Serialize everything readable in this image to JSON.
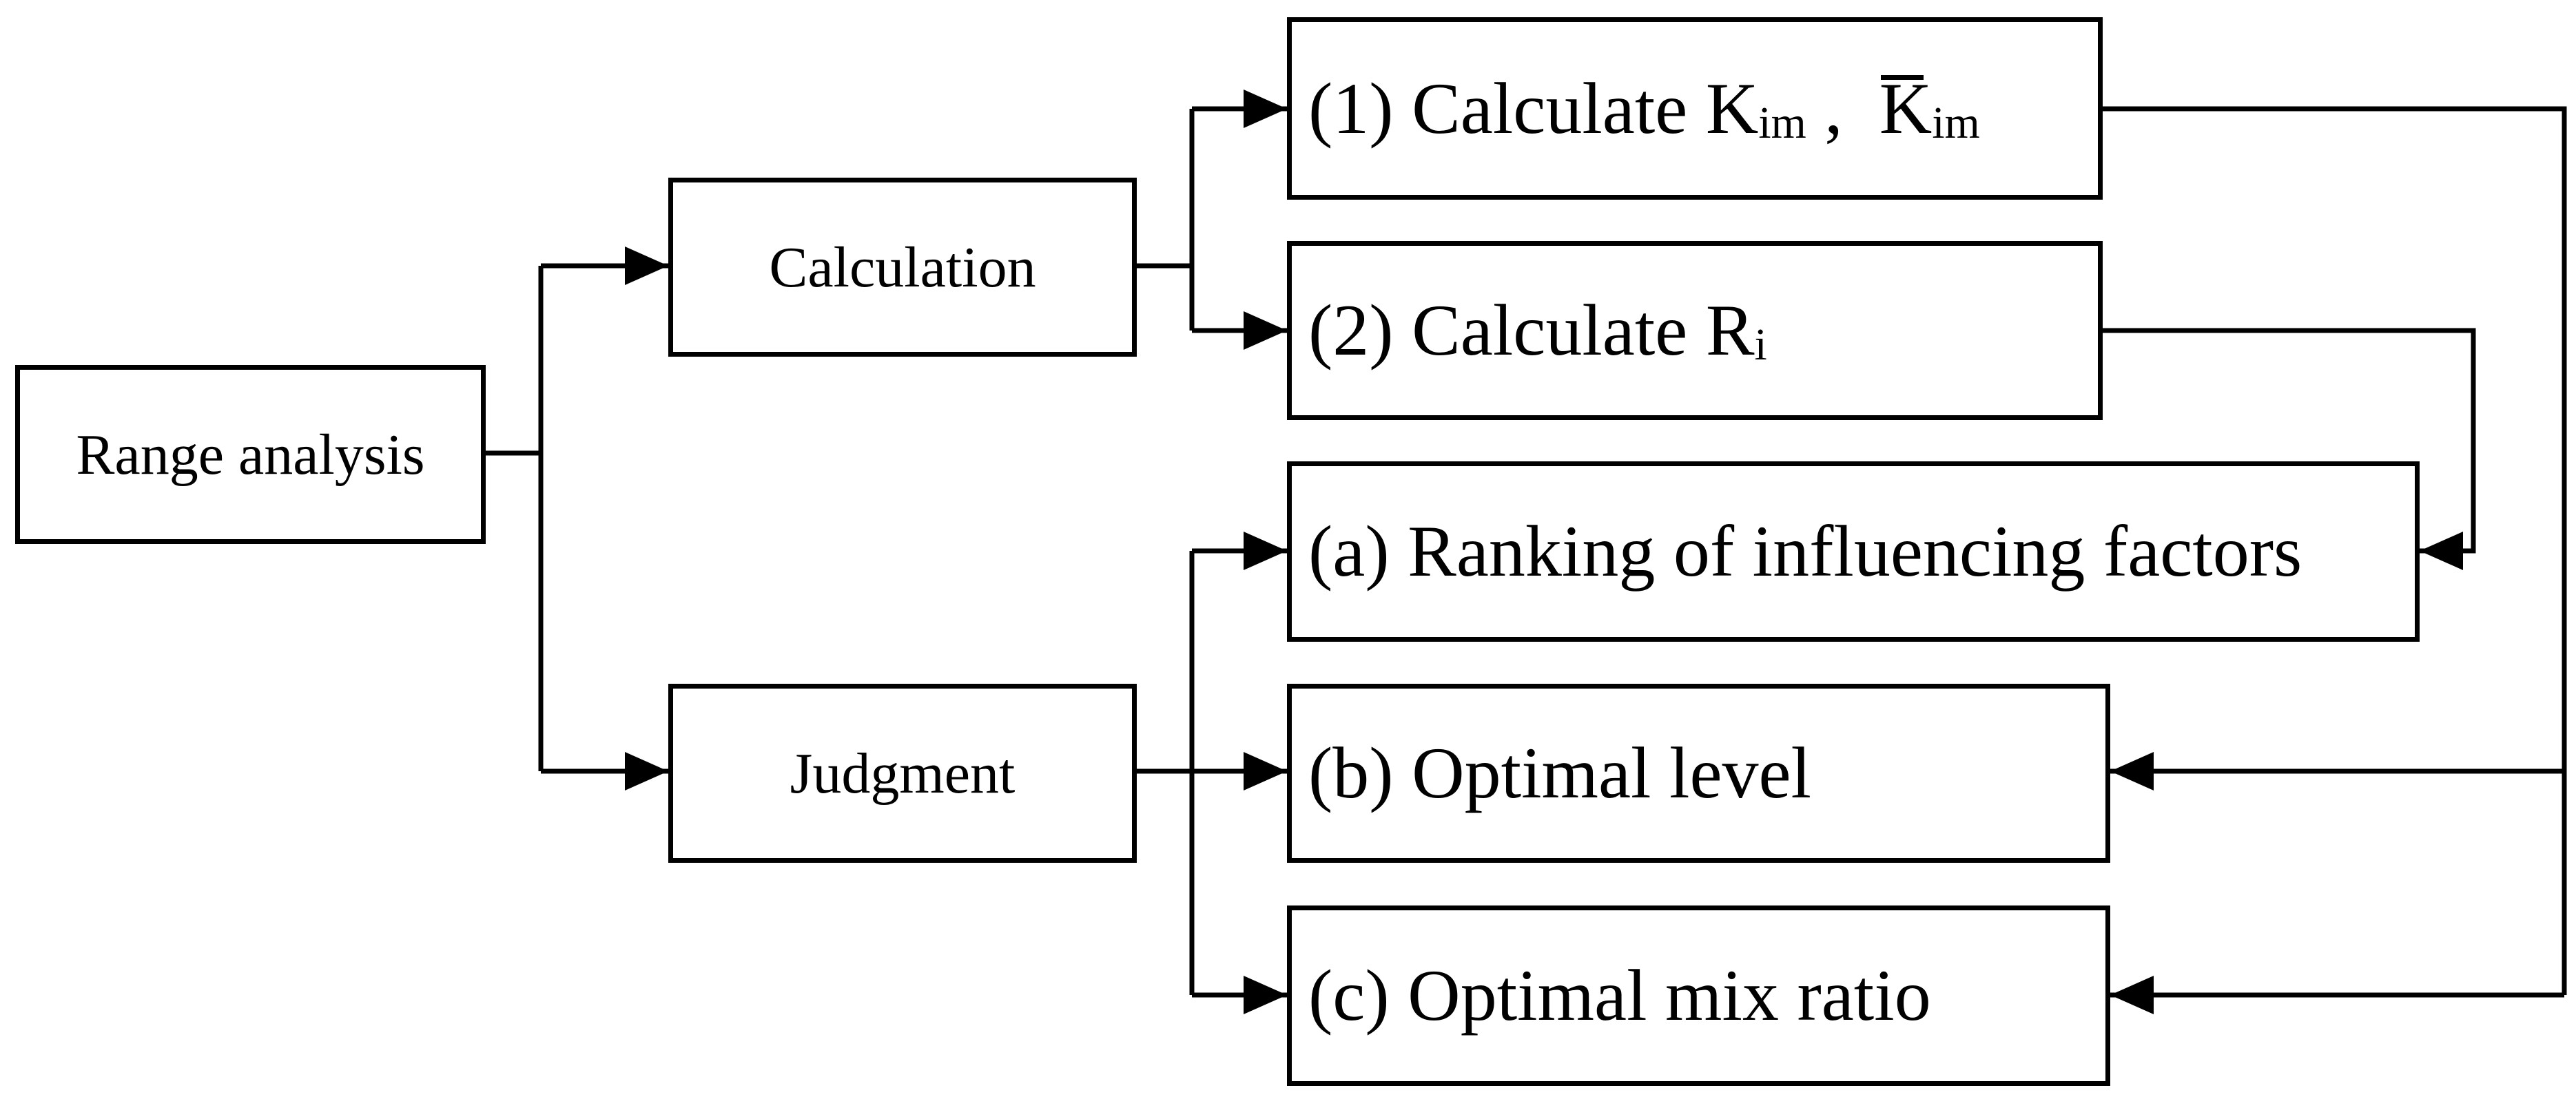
{
  "nodes": {
    "root": "Range analysis",
    "calculation": "Calculation",
    "judgment": "Judgment",
    "step1": {
      "prefix": "(1) Calculate ",
      "k_main": "K",
      "k_sub": "im",
      "separator": " ,  ",
      "kbar_main": "K",
      "kbar_sub": "im"
    },
    "step2": {
      "prefix": "(2) Calculate ",
      "r_main": "R",
      "r_sub": "i"
    },
    "result_a": "(a) Ranking of influencing factors",
    "result_b": "(b) Optimal level",
    "result_c": "(c) Optimal mix ratio"
  },
  "style": {
    "line_color": "#000000",
    "box_border_color": "#000000",
    "background": "#ffffff"
  }
}
